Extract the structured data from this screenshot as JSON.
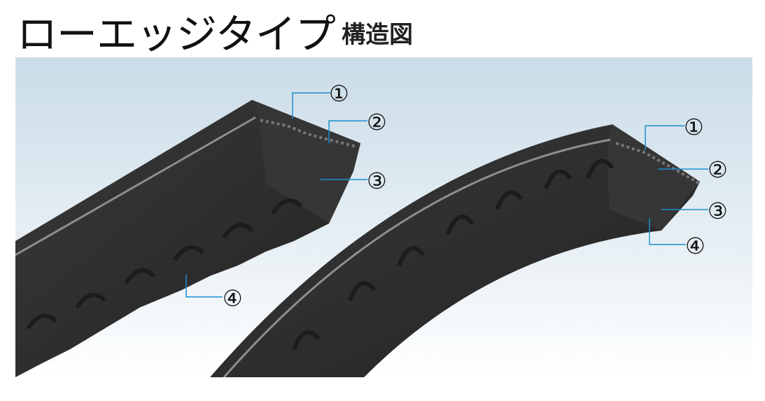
{
  "title": "ローエッジタイプ",
  "subtitle": "構造図",
  "labels": {
    "n1": "①",
    "n2": "②",
    "n3": "③",
    "n4": "④"
  },
  "colors": {
    "belt": "#2f2f2f",
    "leader": "#1a8fd0"
  }
}
